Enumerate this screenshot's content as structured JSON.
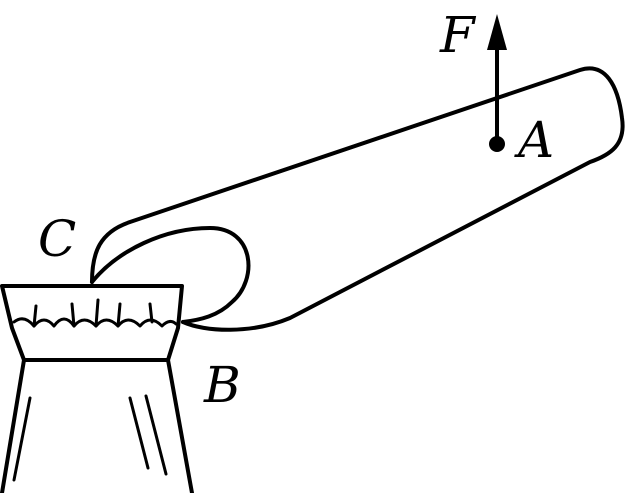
{
  "labels": {
    "force": "F",
    "point_a": "A",
    "point_b": "B",
    "point_c": "C"
  }
}
